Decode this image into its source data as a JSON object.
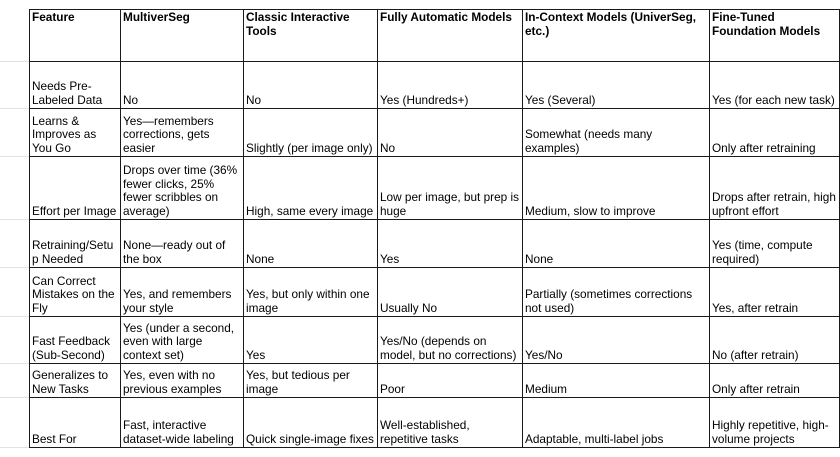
{
  "table": {
    "headers": [
      "Feature",
      "MultiverSeg",
      "Classic Interactive Tools",
      "Fully Automatic Models",
      "In-Context Models (UniverSeg, etc.)",
      "Fine-Tuned Foundation Models"
    ],
    "rows": [
      [
        "Needs Pre-Labeled Data",
        "No",
        "No",
        "Yes (Hundreds+)",
        "Yes (Several)",
        "Yes (for each new task)"
      ],
      [
        "Learns & Improves as You Go",
        "Yes—remembers corrections, gets easier",
        "Slightly (per image only)",
        "No",
        "Somewhat (needs many examples)",
        "Only after retraining"
      ],
      [
        "Effort per Image",
        "Drops over time (36% fewer clicks, 25% fewer scribbles on average)",
        "High, same every image",
        "Low per image, but prep is huge",
        "Medium, slow to improve",
        "Drops after retrain, high upfront effort"
      ],
      [
        "Retraining/Setup Needed",
        "None—ready out of the box",
        "None",
        "Yes",
        "None",
        "Yes (time, compute required)"
      ],
      [
        "Can Correct Mistakes on the Fly",
        "Yes, and remembers your style",
        "Yes, but only within one image",
        "Usually No",
        "Partially (sometimes corrections not used)",
        "Yes, after retrain"
      ],
      [
        "Fast Feedback (Sub-Second)",
        "Yes (under a second, even with large context set)",
        "Yes",
        "Yes/No (depends on model, but no corrections)",
        "Yes/No",
        "No (after retrain)"
      ],
      [
        "Generalizes to New Tasks",
        "Yes, even with no previous examples",
        "Yes, but tedious per image",
        "Poor",
        "Medium",
        "Only after retrain"
      ],
      [
        "Best For",
        "Fast, interactive dataset-wide labeling",
        "Quick single-image fixes",
        "Well-established, repetitive tasks",
        "Adaptable, multi-label jobs",
        "Highly repetitive, high-volume projects"
      ]
    ]
  }
}
